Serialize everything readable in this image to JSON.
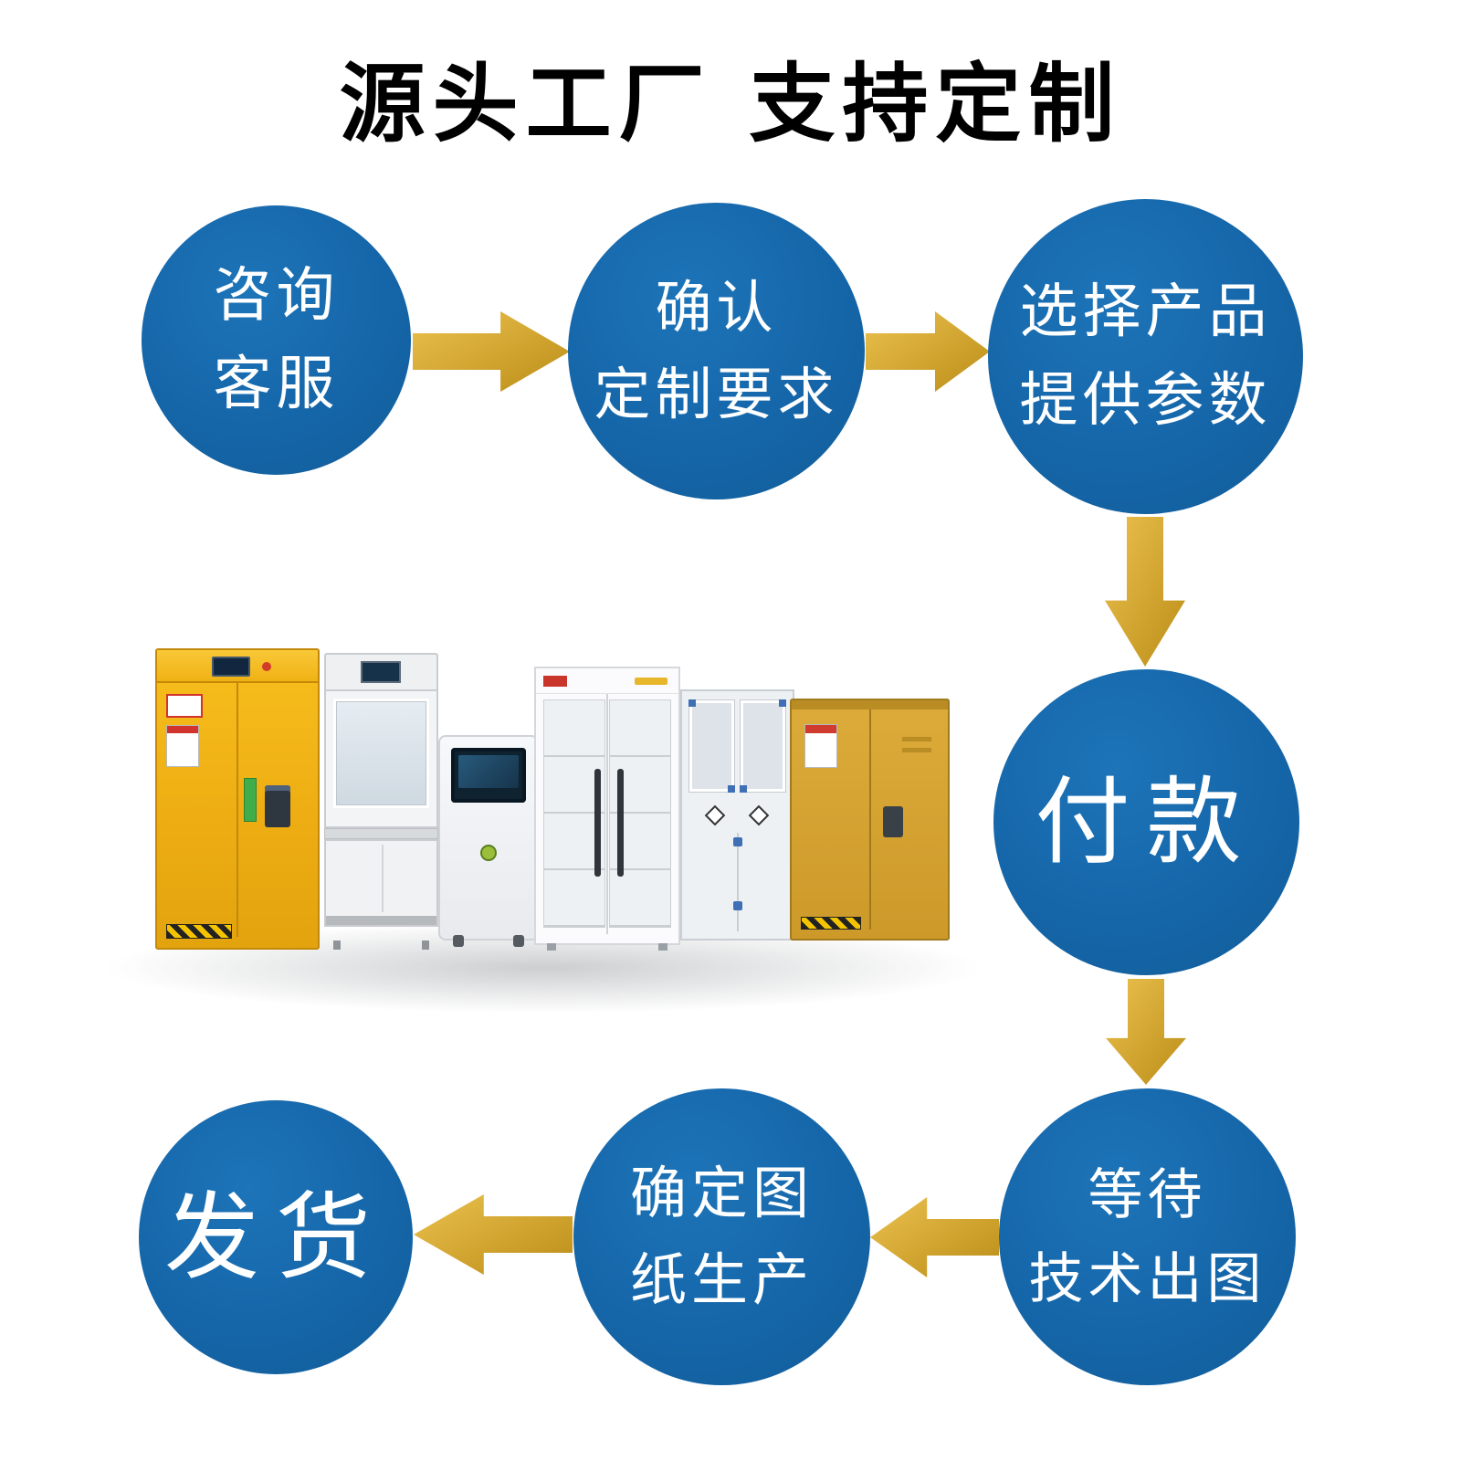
{
  "title": "源头工厂 支持定制",
  "flow": {
    "steps": [
      {
        "lines": [
          "咨询",
          "客服"
        ]
      },
      {
        "lines": [
          "确认",
          "定制要求"
        ]
      },
      {
        "lines": [
          "选择产品",
          "提供参数"
        ]
      },
      {
        "lines": [
          "付款"
        ]
      },
      {
        "lines": [
          "等待",
          "技术出图"
        ]
      },
      {
        "lines": [
          "确定图",
          "纸生产"
        ]
      },
      {
        "lines": [
          "发货"
        ]
      }
    ]
  },
  "colors": {
    "circle_blue": "#1566a9",
    "arrow_gold": "#d9a62e",
    "circle_text": "#ffffff",
    "title_text": "#000000"
  },
  "illustration": {
    "items": [
      "yellow-fireproof-cabinet",
      "fume-hood",
      "mobile-instrument-cart",
      "glass-door-reagent-cabinet",
      "pp-medicine-cabinet",
      "tan-safety-cabinet"
    ]
  }
}
